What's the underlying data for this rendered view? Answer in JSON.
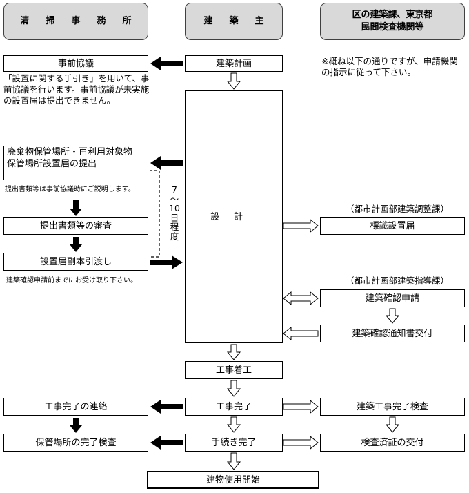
{
  "headers": {
    "cleaning_office": "清 掃 事 務 所",
    "building_owner": "建 築 主",
    "ward_division_line1": "区の建築課、東京都",
    "ward_division_line2": "民間検査機関等"
  },
  "left": {
    "pre_consultation": "事前協議",
    "pre_consultation_note": "「設置に関する手引き」を用いて、事前協議を行います。事前協議が未実施の設置届は提出できません。",
    "submission_line1": "廃棄物保管場所・再利用対象物",
    "submission_line2": "保管場所設置届の提出",
    "submission_note": "提出書類等は事前協議時にご説明します。",
    "review": "提出書類等の審査",
    "copy_handover": "設置届副本引渡し",
    "copy_note": "建築確認申請前までにお受け取り下さい。",
    "completion_contact": "工事完了の連絡",
    "storage_inspection": "保管場所の完了検査"
  },
  "center": {
    "planning": "建築計画",
    "design": "設計",
    "construction_start": "工事着工",
    "construction_complete": "工事完了",
    "procedures_complete": "手続き完了",
    "building_use": "建物使用開始"
  },
  "duration": "7\n～\n10\n日\n程\n度",
  "right": {
    "notice": "※概ね以下の通りですが、申請機関の指示に従って下さい。",
    "dept_coordination": "（都市計画部建築調整課）",
    "sign_notice": "標識設置届",
    "dept_guidance": "（都市計画部建築指導課）",
    "confirmation_application": "建築確認申請",
    "confirmation_certificate": "建築確認通知書交付",
    "completion_inspection": "建築工事完了検査",
    "inspection_certificate": "検査済証の交付"
  },
  "colors": {
    "header_fill": "#d9d9d9",
    "header_border": "#404040",
    "line": "#000000"
  }
}
